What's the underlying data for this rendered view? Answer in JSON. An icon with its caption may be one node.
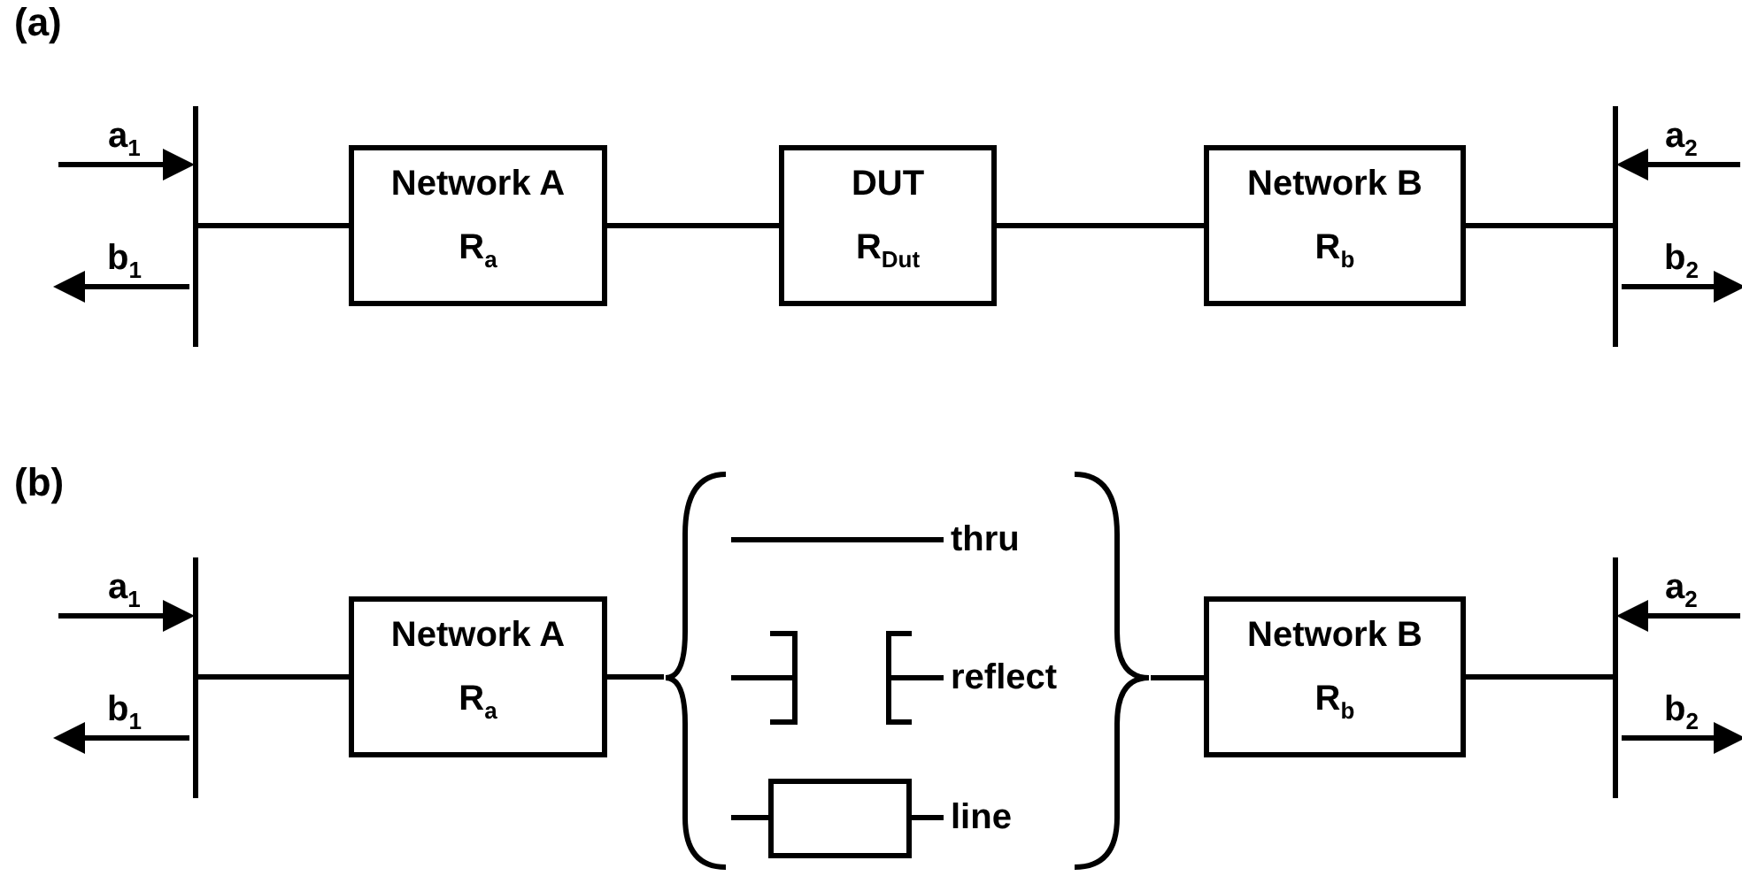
{
  "diagram": {
    "nodes": [
      {
        "text": [],
        "shape": "bar"
      },
      {
        "text": [
          "Network A",
          "R$_{a}$"
        ]
      },
      {
        "text": [
          "DUT",
          "R$_{Dut}$"
        ]
      },
      {
        "text": [
          "Network B",
          "R$_{b}$"
        ]
      },
      {
        "text": [],
        "shape": "bar"
      },
      {
        "text": [],
        "shape": "bar"
      },
      {
        "text": [
          "Network A",
          "R$_{a}$"
        ]
      },
      {
        "text": [
          "thru",
          "reflect",
          "line"
        ]
      },
      {
        "text": [],
        "shape": "box",
        "in": 7
      },
      {
        "text": [
          "Network B",
          "R$_{b}$"
        ]
      },
      {
        "text": [],
        "shape": "bar"
      }
    ],
    "edges": [
      {
        "from": null,
        "to": 0,
        "arrow": "to",
        "label": "a$_{1}$"
      },
      {
        "from": 0,
        "to": null,
        "arrow": "to",
        "label": "b$_{1}$"
      },
      {
        "from": 0,
        "to": 1,
        "arrow": "none"
      },
      {
        "from": 1,
        "to": 2,
        "arrow": "none"
      },
      {
        "from": 2,
        "to": 3,
        "arrow": "none"
      },
      {
        "from": 3,
        "to": 4,
        "arrow": "none"
      },
      {
        "from": null,
        "to": 4,
        "arrow": "to",
        "label": "a$_{2}$"
      },
      {
        "from": 4,
        "to": null,
        "arrow": "to",
        "label": "b$_{2}$"
      },
      {
        "from": null,
        "to": 5,
        "arrow": "to",
        "label": "a$_{1}$"
      },
      {
        "from": 5,
        "to": null,
        "arrow": "to",
        "label": "b$_{1}$"
      },
      {
        "from": 5,
        "to": 6,
        "arrow": "none"
      },
      {
        "from": 6,
        "to": 7,
        "arrow": "none"
      },
      {
        "from": 7,
        "to": 9,
        "arrow": "none"
      },
      {
        "from": 9,
        "to": 10,
        "arrow": "none"
      },
      {
        "from": null,
        "to": 10,
        "arrow": "to",
        "label": "a$_{2}$"
      },
      {
        "from": 10,
        "to": null,
        "arrow": "to",
        "label": "b$_{2}$"
      }
    ],
    "labels": [
      "(a)",
      "(b)"
    ]
  }
}
